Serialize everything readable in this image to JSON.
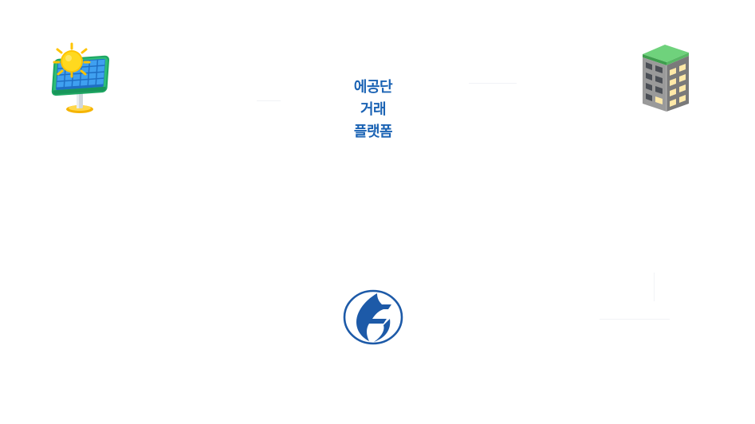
{
  "diagram": {
    "center_label": {
      "line1": "에공단",
      "line2": "거래",
      "line3": "플랫폼"
    },
    "nodes": [
      {
        "icon": "solar-panel-icon"
      },
      {
        "icon": "apartment-building-icon"
      },
      {
        "icon": "company-logo-icon"
      }
    ],
    "colors": {
      "label_blue": "#1b63b4",
      "logo_blue": "#1d5aa8",
      "panel_green": "#2dbd7a",
      "panel_cell_blue": "#2f8fe0",
      "sun_yellow": "#ffd21f",
      "building_gray": "#8e8e8e",
      "roof_green": "#5bbf6a",
      "window_yellow": "#ffe9a8"
    }
  }
}
